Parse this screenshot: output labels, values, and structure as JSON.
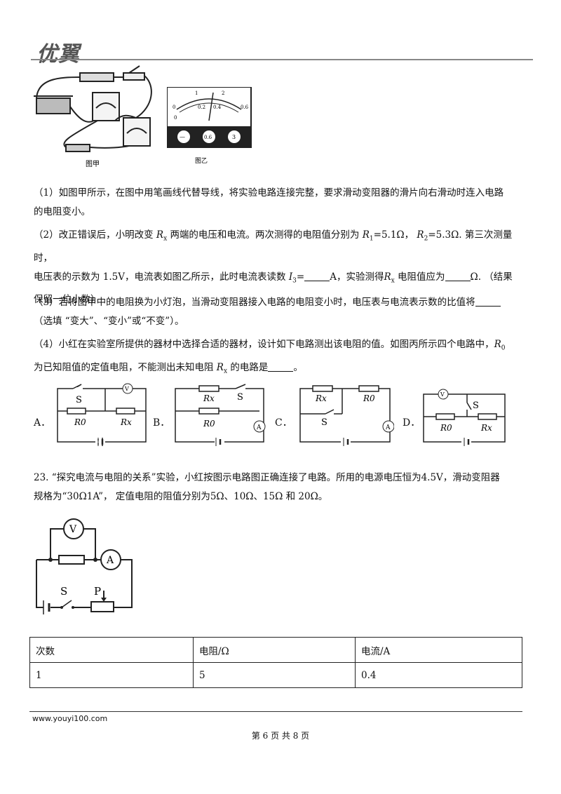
{
  "header": {
    "logo": "优翼"
  },
  "figures": {
    "jia_caption": "图甲",
    "yi_caption": "图乙",
    "meter": {
      "top_ticks": [
        "1",
        "2"
      ],
      "mid_ticks": [
        "0",
        "0.2",
        "0.4",
        "0.6"
      ],
      "zero": "0",
      "terminals": [
        "—",
        "0.6",
        "3"
      ]
    }
  },
  "q22": {
    "p1_line1": "（1）如图甲所示，在图中用笔画线代替导线，将实验电路连接完整，要求滑动变阻器的滑片向右滑动时连入电路",
    "p1_line2": "的电阻变小。",
    "p2_a": "（2）改正错误后，小明改变",
    "p2_b": "两端的电压和电流。两次测得的电阻值分别为",
    "p2_c": "=5.1Ω，",
    "p2_d": "=5.3Ω. 第三次测量时，",
    "p2_line2_a": "电压表的示数为 1.5V，电流表如图乙所示，此时电流表读数",
    "p2_line2_b": "A，实验测得",
    "p2_line2_c": "电阻值应为",
    "p2_line2_d": "Ω. （结果",
    "p2_line3": "保留一位小数）",
    "p3_line1": "（3）若将图甲中的电阻换为小灯泡，当滑动变阻器接入电路的电阻变小时，电压表与电流表示数的比值将",
    "p3_line2": "（选填 “变大”、“变小”或“不变”）。",
    "p4_line1_a": "（4）小红在实验室所提供的器材中选择合适的器材，设计如下电路测出该电阻的值。如图丙所示四个电路中，",
    "p4_line2_a": "为已知阻值的定值电阻，不能测出未知电阻",
    "p4_line2_b": "的电路是",
    "p4_line2_c": "。",
    "options": [
      "A．",
      "B．",
      "C．",
      "D．"
    ],
    "labels": {
      "S": "S",
      "R0": "R0",
      "Rx": "Rx",
      "A": "A",
      "V": "V"
    }
  },
  "q23": {
    "line1": "23. “探究电流与电阻的关系”实验，小红按图示电路图正确连接了电路。所用的电源电压恒为4.5V，滑动变阻器",
    "line2": "规格为“30Ω1A”，  定值电阻的阻值分别为5Ω、10Ω、15Ω 和 20Ω。",
    "circuit": {
      "V": "V",
      "A": "A",
      "S": "S",
      "P": "P"
    }
  },
  "table": {
    "headers": [
      "次数",
      "电阻/Ω",
      "电流/A"
    ],
    "rows": [
      [
        "1",
        "5",
        "0.4"
      ]
    ]
  },
  "footer": {
    "url": "www.youyi100.com",
    "page": "第 6 页 共 8 页"
  }
}
